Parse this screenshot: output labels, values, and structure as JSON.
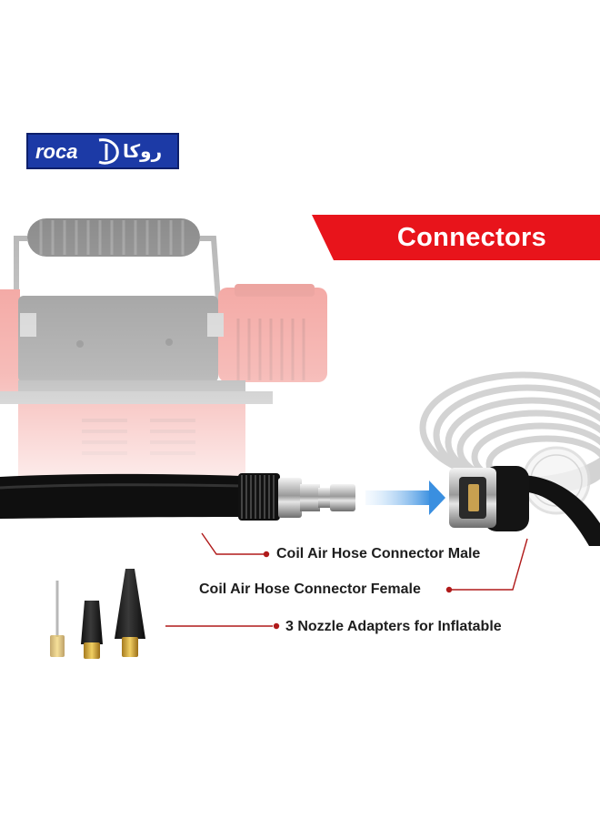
{
  "logo": {
    "latin_text": "roca",
    "arabic_text": "روكا",
    "bg_color": "#1c3aa6"
  },
  "banner": {
    "title": "Connectors",
    "color": "#e8141b"
  },
  "callouts": {
    "male_connector": "Coil Air Hose Connector Male",
    "female_connector": "Coil Air Hose Connector Female",
    "nozzle_adapters": "3 Nozzle Adapters for Inflatable"
  },
  "colors": {
    "accent_red": "#e8141b",
    "leader_line": "#b01a1a",
    "compressor_red": "#e8463d",
    "arrow_blue": "#3a8fe0"
  }
}
